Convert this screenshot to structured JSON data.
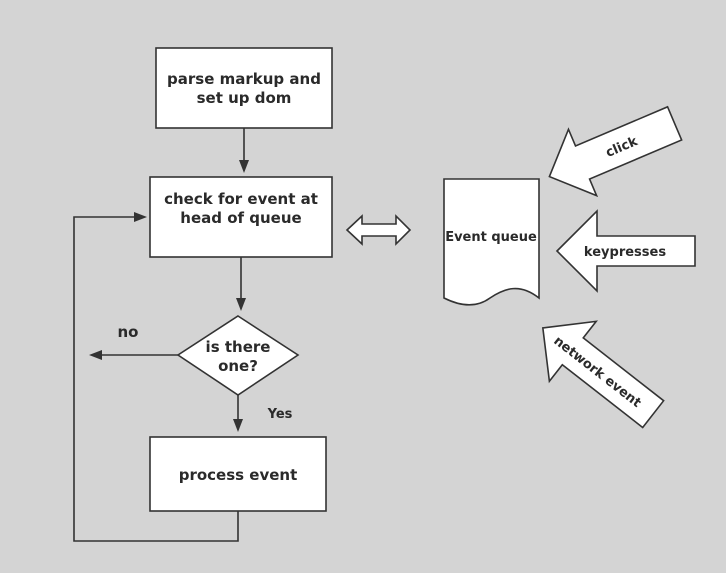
{
  "nodes": {
    "parse": {
      "line1": "parse markup and",
      "line2": "set up dom"
    },
    "check": {
      "line1": "check for event at",
      "line2": "head of queue"
    },
    "decision": {
      "line1": "is there",
      "line2": "one?"
    },
    "process": {
      "label": "process event"
    },
    "queue": {
      "label": "Event queue"
    }
  },
  "edges": {
    "no": "no",
    "yes": "Yes"
  },
  "inputs": {
    "click": "click",
    "keypresses": "keypresses",
    "network": "network event"
  }
}
